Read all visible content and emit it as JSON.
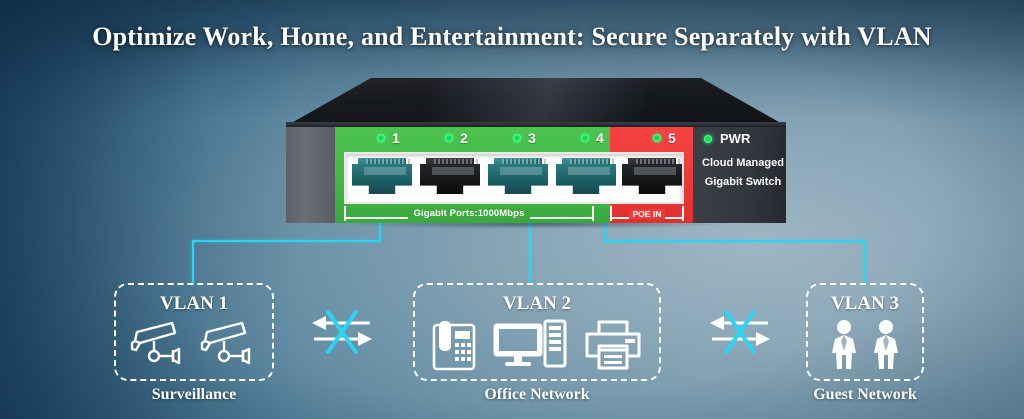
{
  "page": {
    "title": "Optimize Work, Home, and Entertainment: Secure Separately with VLAN",
    "background_color_center": "#8ba7b8",
    "background_color_edge": "#143049",
    "accent_color": "#2ad4f5"
  },
  "device": {
    "name": "cloud-managed-gigabit-switch",
    "brand_line_1": "Cloud Managed",
    "brand_line_2": "Gigabit Switch",
    "power_led_label": "PWR",
    "power_led_color": "#00e64a",
    "green_panel_color": "#43b846",
    "red_panel_color": "#ee3a38",
    "port_band_label": "Gigabit Ports:1000Mbps",
    "poe_band_label": "POE IN",
    "ports": [
      {
        "number": "1",
        "led_color": "#00e64a",
        "active": true,
        "panel": "green"
      },
      {
        "number": "2",
        "led_color": "#00e64a",
        "active": false,
        "panel": "green"
      },
      {
        "number": "3",
        "led_color": "#00e64a",
        "active": true,
        "panel": "green"
      },
      {
        "number": "4",
        "led_color": "#00e64a",
        "active": true,
        "panel": "green"
      },
      {
        "number": "5",
        "led_color": "#00e64a",
        "active": false,
        "panel": "red"
      }
    ]
  },
  "vlans": [
    {
      "id": "vlan-1",
      "title": "VLAN 1",
      "caption": "Surveillance",
      "icons": [
        "security-camera-icon",
        "security-camera-icon"
      ],
      "connected_port": "1"
    },
    {
      "id": "vlan-2",
      "title": "VLAN 2",
      "caption": "Office Network",
      "icons": [
        "desk-phone-icon",
        "desktop-computer-icon",
        "printer-icon"
      ],
      "connected_port": "3"
    },
    {
      "id": "vlan-3",
      "title": "VLAN 3",
      "caption": "Guest Network",
      "icons": [
        "person-icon",
        "person-icon"
      ],
      "connected_port": "4"
    }
  ],
  "separators": [
    {
      "id": "blocked-traffic-left",
      "icon": "blocked-bidirectional-traffic-icon"
    },
    {
      "id": "blocked-traffic-right",
      "icon": "blocked-bidirectional-traffic-icon"
    }
  ]
}
